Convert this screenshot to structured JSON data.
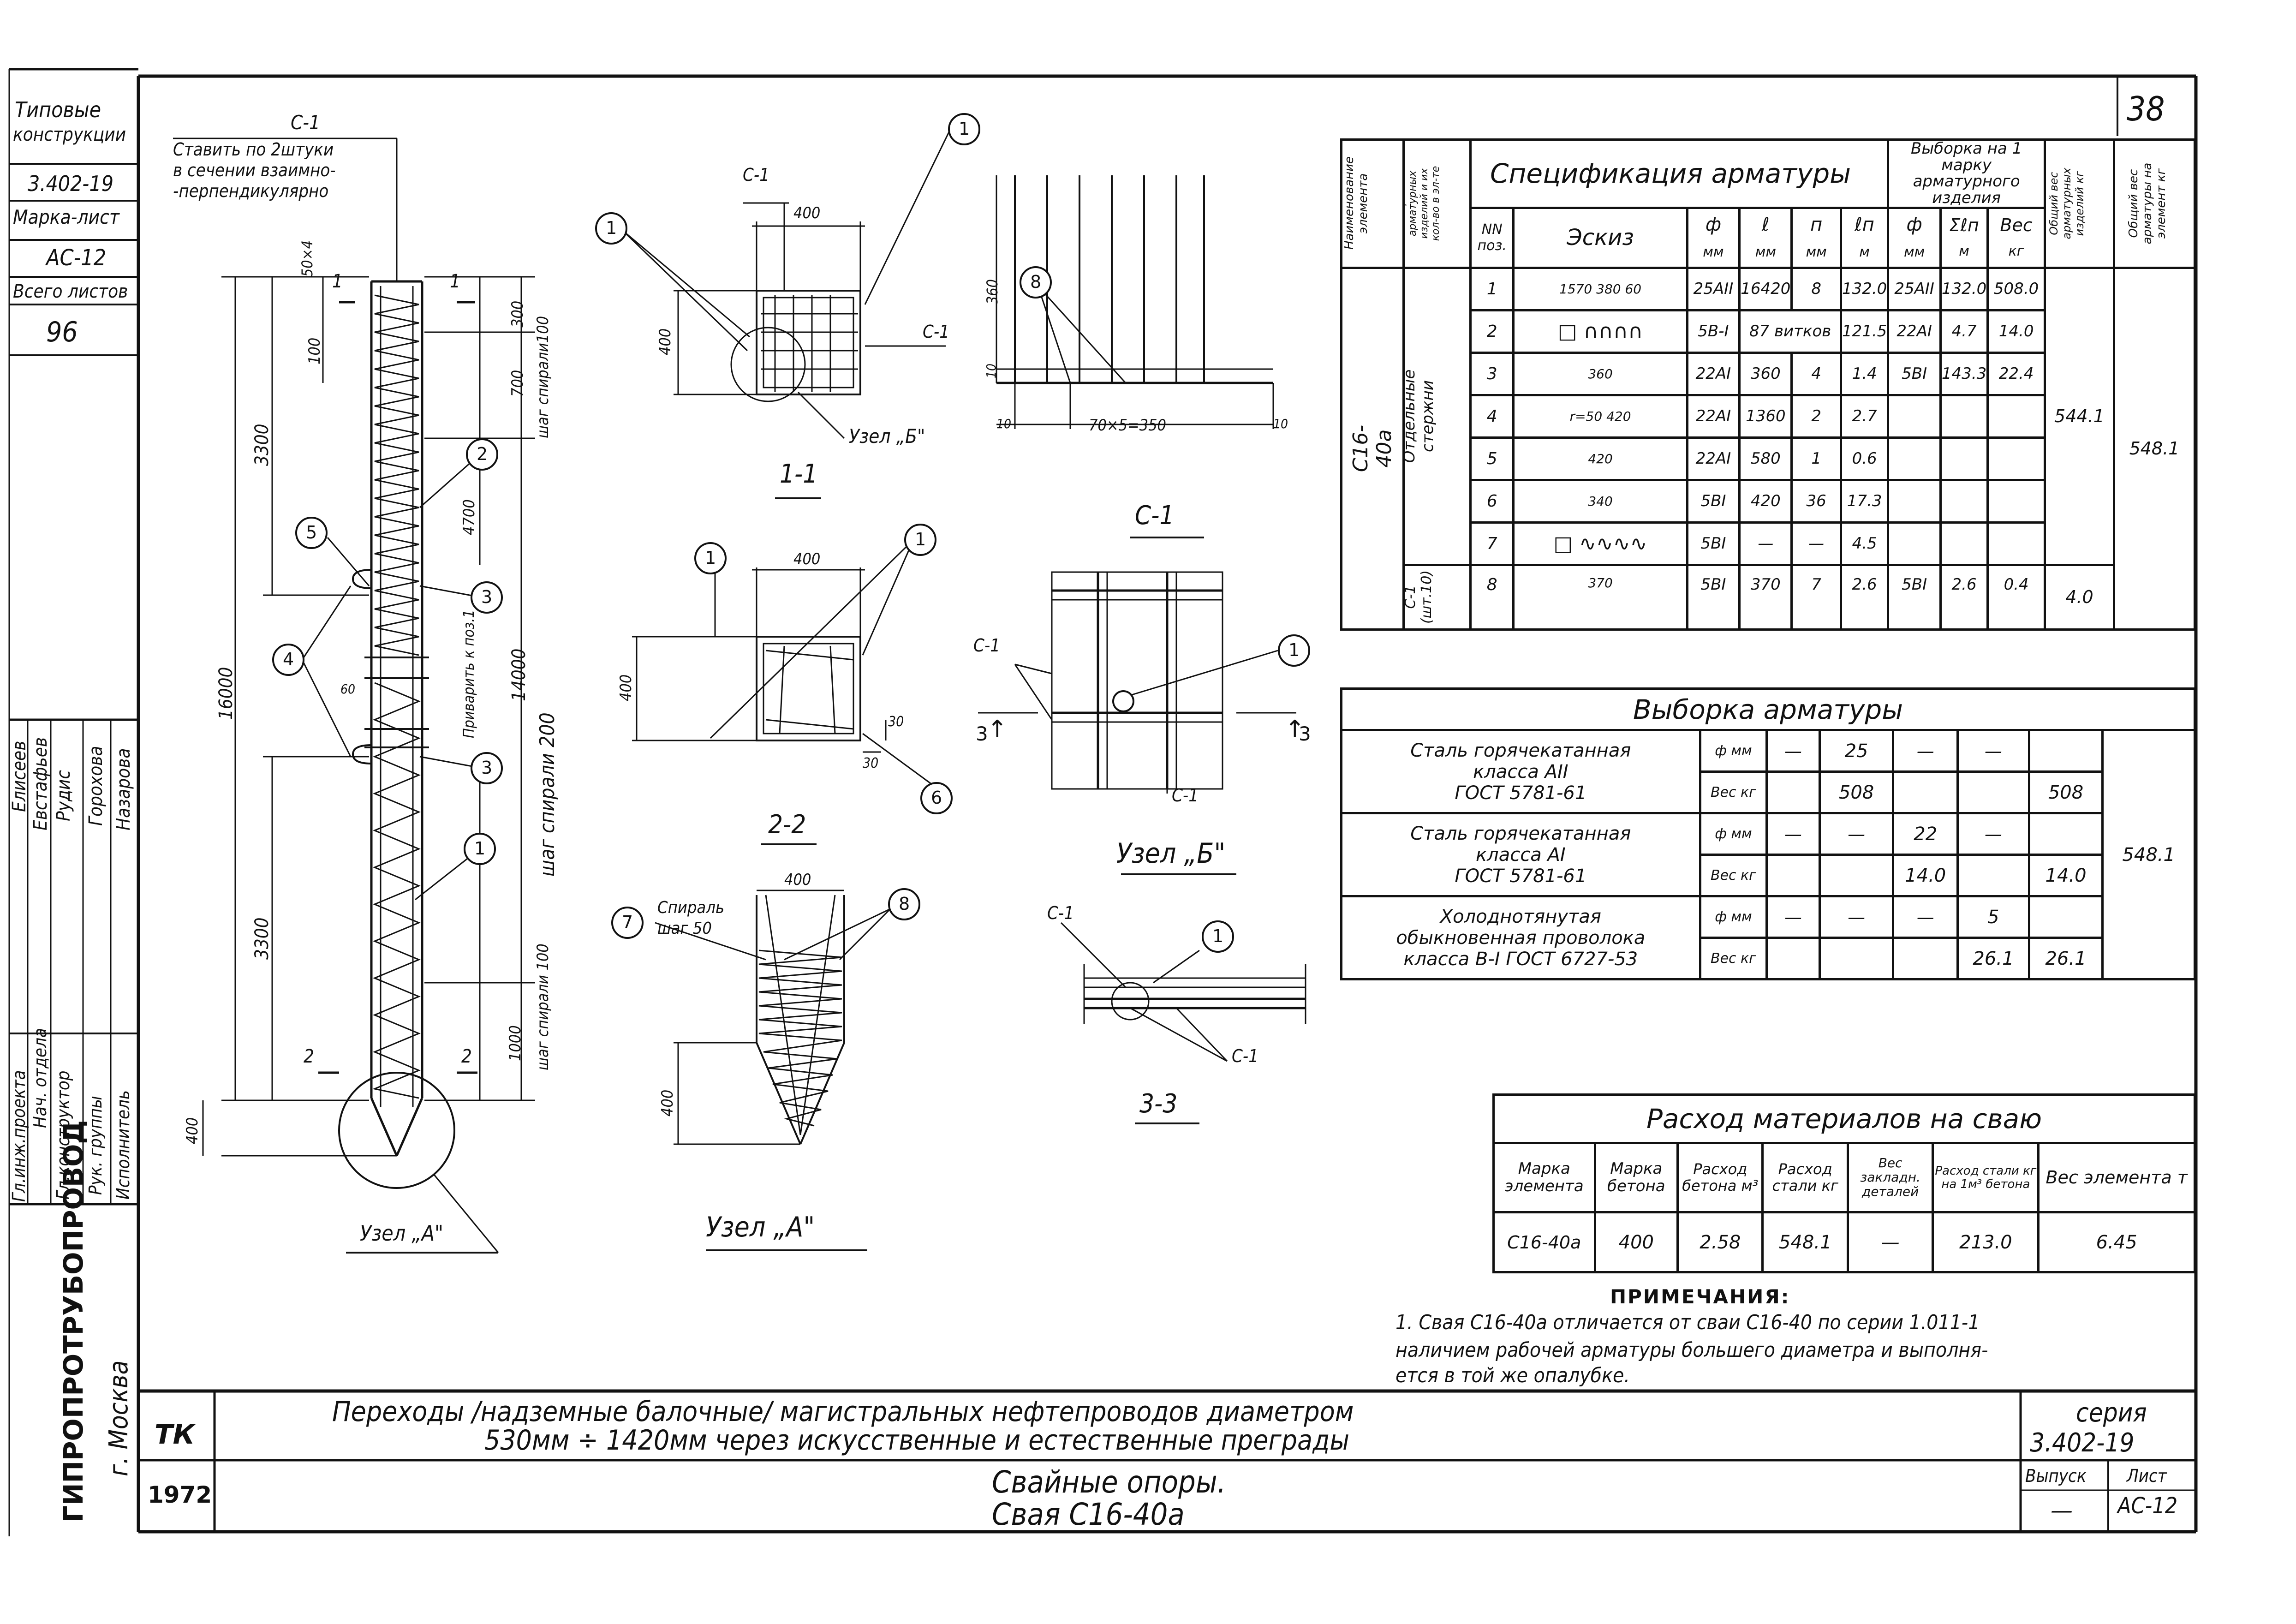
{
  "sheet": {
    "number": "38",
    "catalog": {
      "title_l1": "Типовые",
      "title_l2": "конструкции",
      "series": "3.402-19",
      "mark_label": "Марка-лист",
      "mark": "АС-12",
      "total_label": "Всего листов",
      "total": "96"
    },
    "org": {
      "name": "ГИПРОПРОТРУБОПРОВОД",
      "city": "г. Москва"
    },
    "signatures": [
      {
        "role": "Гл.инж.проекта",
        "name": "Елисеев"
      },
      {
        "role": "Нач. отдела",
        "name": "Евстафьев"
      },
      {
        "role": "Гл.конструктор",
        "name": "Рудис"
      },
      {
        "role": "Рук. группы",
        "name": "Горохова"
      },
      {
        "role": "Исполнитель",
        "name": "Назарова"
      }
    ]
  },
  "drawings": {
    "pile": {
      "c1_title": "С-1",
      "c1_note_l1": "Ставить по 2штуки",
      "c1_note_l2": "в сечении взаимно-",
      "c1_note_l3": "-перпендикулярно",
      "dim_total": "16000",
      "dim_top": "3300",
      "dim_bottom": "3300",
      "dim_tip": "400",
      "dim_50x4": "50×4",
      "dim_100": "100",
      "dim_300": "300",
      "dim_700": "700",
      "step100_top": "шаг спирали100",
      "dim_4700": "4700",
      "dim_14000": "14000",
      "step200": "шаг спирали 200",
      "weld_note": "Приварить к поз.1",
      "dim_60": "60",
      "dim_1000": "1000",
      "step100_bot": "шаг спирали 100",
      "mark_2": "2",
      "node_a": "Узел „А\""
    },
    "sec11": {
      "title": "1-1",
      "c1": "С-1",
      "c1b": "С-1",
      "d400": "400",
      "d400v": "400",
      "node_b": "Узел „Б\""
    },
    "sec22": {
      "title": "2-2",
      "d400": "400",
      "d400v": "400",
      "d30a": "30",
      "d30b": "30"
    },
    "node_a_detail": {
      "title": "Узел „А\"",
      "spiral_l1": "Спираль",
      "spiral_l2": "шаг 50",
      "d400": "400",
      "d400v": "400"
    },
    "c1_elev": {
      "title": "С-1",
      "d360": "360",
      "d10": "10",
      "d70": "70×5=350",
      "d10l": "10",
      "d10r": "10"
    },
    "node_b_detail": {
      "title": "Узел „Б\"",
      "c1": "С-1",
      "c1b": "С-1",
      "sec3": "3"
    },
    "sec33": {
      "title": "3-3",
      "c1a": "С-1",
      "c1b": "С-1"
    },
    "callouts": [
      "1",
      "2",
      "3",
      "4",
      "5",
      "6",
      "7",
      "8"
    ]
  },
  "spec": {
    "title": "Спецификация арматуры",
    "sel_title": "Выборка на 1 марку арматурного изделия",
    "col_element": "Наименование элемента",
    "col_marks": "Марки арматурных изделий и их кол-во в эл-те",
    "col_pos": "NN поз.",
    "col_sketch": "Эскиз",
    "col_phi": "ф",
    "col_l": "ℓ",
    "col_n": "п",
    "col_ln": "ℓп",
    "col_sum": "Σℓп",
    "col_weight": "Вес",
    "col_total_set": "Общий вес арматурных изделий кг",
    "col_total_elem": "Общий вес арматуры на элемент кг",
    "u_mm": "мм",
    "u_m": "м",
    "u_kg": "кг",
    "element_name": "С16-40а",
    "group_bars": "Отдельные стержни",
    "group_c1": "С-1 (шт.10)",
    "total_set_1": "544.1",
    "total_set_2": "4.0",
    "total_elem": "548.1",
    "rows": [
      {
        "pos": "1",
        "sketch": "1570   380 60",
        "phi": "25АII",
        "l": "16420",
        "n": "8",
        "ln": "132.0",
        "sphi": "25АII",
        "sl": "132.0",
        "w": "508.0"
      },
      {
        "pos": "2",
        "sketch": "□ ∩∩∩∩",
        "phi": "5В-I",
        "l": "87 витков",
        "n": "",
        "ln": "121.5",
        "sphi": "22АI",
        "sl": "4.7",
        "w": "14.0"
      },
      {
        "pos": "3",
        "sketch": "360",
        "phi": "22АI",
        "l": "360",
        "n": "4",
        "ln": "1.4",
        "sphi": "5ВI",
        "sl": "143.3",
        "w": "22.4"
      },
      {
        "pos": "4",
        "sketch": "r=50 420",
        "phi": "22АI",
        "l": "1360",
        "n": "2",
        "ln": "2.7",
        "sphi": "",
        "sl": "",
        "w": ""
      },
      {
        "pos": "5",
        "sketch": "420",
        "phi": "22АI",
        "l": "580",
        "n": "1",
        "ln": "0.6",
        "sphi": "",
        "sl": "",
        "w": ""
      },
      {
        "pos": "6",
        "sketch": "340",
        "phi": "5ВI",
        "l": "420",
        "n": "36",
        "ln": "17.3",
        "sphi": "",
        "sl": "",
        "w": ""
      },
      {
        "pos": "7",
        "sketch": "□ ∿∿∿∿",
        "phi": "5ВI",
        "l": "—",
        "n": "—",
        "ln": "4.5",
        "sphi": "",
        "sl": "",
        "w": ""
      },
      {
        "pos": "8",
        "sketch": "370",
        "phi": "5ВI",
        "l": "370",
        "n": "7",
        "ln": "2.6",
        "sphi": "5ВI",
        "sl": "2.6",
        "w": "0.4"
      }
    ]
  },
  "selection": {
    "title": "Выборка арматуры",
    "total": "548.1",
    "rows": [
      {
        "name_l1": "Сталь горячекатанная",
        "name_l2": "класса АII",
        "name_l3": "ГОСТ 5781-61",
        "phi_label": "ф мм",
        "phi": [
          "—",
          "25",
          "—",
          "—",
          ""
        ],
        "w_label": "Вес кг",
        "w": [
          "",
          "508",
          "",
          "",
          ""
        ],
        "sum": "508"
      },
      {
        "name_l1": "Сталь горячекатанная",
        "name_l2": "класса АI",
        "name_l3": "ГОСТ 5781-61",
        "phi_label": "ф мм",
        "phi": [
          "—",
          "—",
          "22",
          "—",
          ""
        ],
        "w_label": "Вес кг",
        "w": [
          "",
          "",
          "14.0",
          "",
          ""
        ],
        "sum": "14.0"
      },
      {
        "name_l1": "Холоднотянутая",
        "name_l2": "обыкновенная проволока",
        "name_l3": "класса В-I ГОСТ 6727-53",
        "phi_label": "ф мм",
        "phi": [
          "—",
          "—",
          "—",
          "5",
          ""
        ],
        "w_label": "Вес кг",
        "w": [
          "",
          "",
          "",
          "26.1",
          ""
        ],
        "sum": "26.1"
      }
    ]
  },
  "materials": {
    "title": "Расход материалов на сваю",
    "headers": [
      "Марка элемента",
      "Марка бетона",
      "Расход бетона м³",
      "Расход стали кг",
      "Вес закладн. деталей",
      "Расход стали кг на 1м³ бетона",
      "Вес элемента т"
    ],
    "row": [
      "С16-40а",
      "400",
      "2.58",
      "548.1",
      "—",
      "213.0",
      "6.45"
    ]
  },
  "notes": {
    "title": "ПРИМЕЧАНИЯ:",
    "l1": "1. Свая С16-40а отличается от сваи С16-40 по серии 1.011-1",
    "l2": "наличием рабочей арматуры большего диаметра и выполня-",
    "l3": "ется в той же опалубке."
  },
  "stamp": {
    "tk": "ТК",
    "year": "1972",
    "title_l1": "Переходы /надземные балочные/ магистральных нефтепроводов диаметром",
    "title_l2": "530мм ÷ 1420мм через искусственные и естественные преграды",
    "subtitle_l1": "Свайные опоры.",
    "subtitle_l2": "Свая С16-40а",
    "series_label": "серия",
    "series": "3.402-19",
    "issue_label": "Выпуск",
    "issue": "—",
    "sheet_label": "Лист",
    "sheet": "АС-12"
  }
}
